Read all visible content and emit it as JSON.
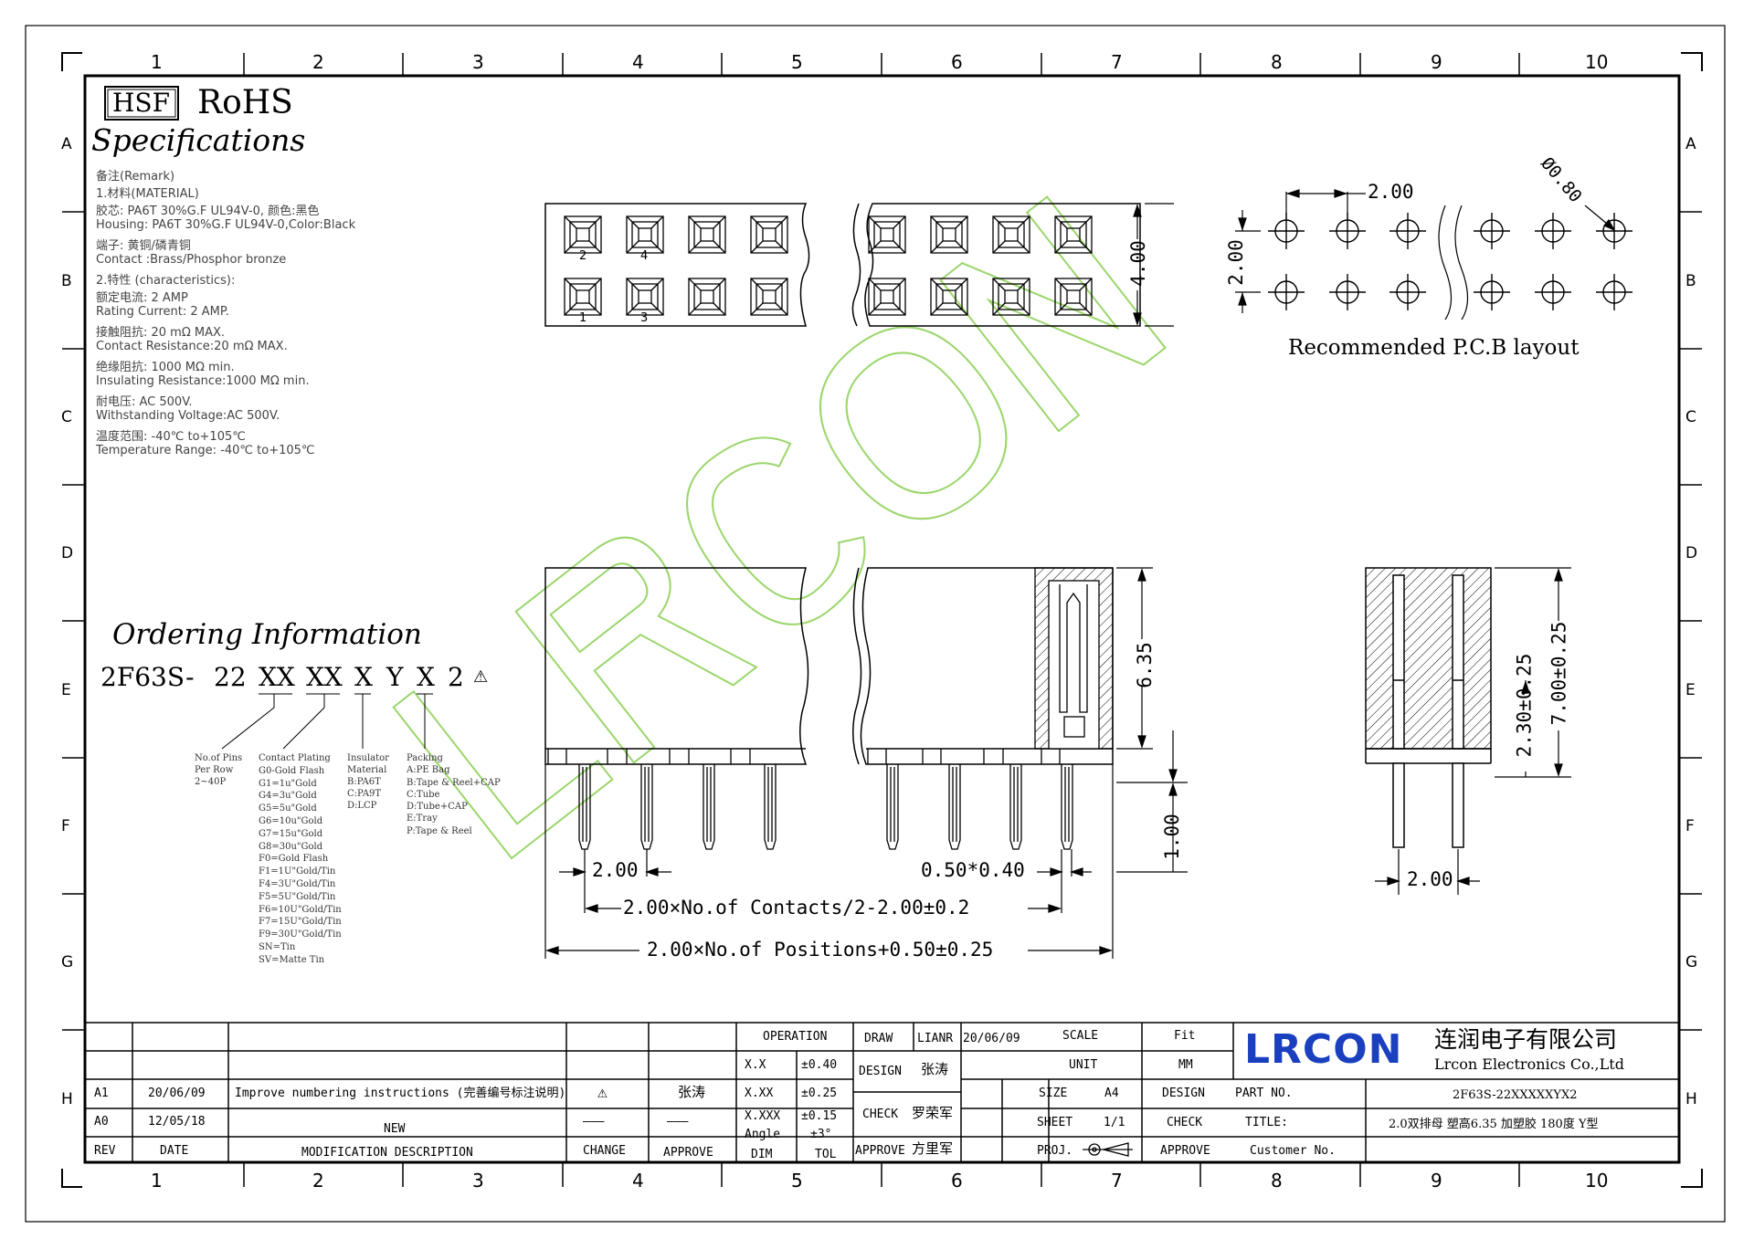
{
  "grid": {
    "columns": [
      "1",
      "2",
      "3",
      "4",
      "5",
      "6",
      "7",
      "8",
      "9",
      "10"
    ],
    "rows": [
      "A",
      "B",
      "C",
      "D",
      "E",
      "F",
      "G",
      "H"
    ]
  },
  "badges": {
    "hsf": "HSF",
    "rohs": "RoHS"
  },
  "specifications": {
    "title": "Specifications",
    "lines": [
      "备注(Remark)",
      "1.材料(MATERIAL)",
      "胶芯: PA6T 30%G.F UL94V-0, 颜色:黑色",
      "Housing: PA6T 30%G.F UL94V-0,Color:Black",
      "端子: 黄铜/磷青铜",
      "Contact :Brass/Phosphor bronze",
      "2.特性 (characteristics):",
      "额定电流: 2 AMP",
      "Rating Current: 2 AMP.",
      "接触阻抗: 20 mΩ MAX.",
      "Contact Resistance:20 mΩ MAX.",
      "绝缘阻抗: 1000 MΩ min.",
      "Insulating Resistance:1000 MΩ  min.",
      "耐电压: AC 500V.",
      "Withstanding Voltage:AC 500V.",
      "温度范围: -40℃ to+105℃",
      "Temperature Range: -40℃ to+105℃"
    ]
  },
  "ordering": {
    "title": "Ordering Information",
    "code_parts": [
      "2F63S-",
      "22",
      "XX",
      "XX",
      "X",
      "Y",
      "X",
      "2",
      "⚠"
    ],
    "pins": [
      "No.of Pins",
      "Per Row",
      "2~40P"
    ],
    "plating": [
      "Contact Plating",
      "G0-Gold Flash",
      "G1=1u\"Gold",
      "G4=3u\"Gold",
      "G5=5u\"Gold",
      "G6=10u\"Gold",
      "G7=15u\"Gold",
      "G8=30u\"Gold",
      "F0=Gold Flash",
      "F1=1U\"Gold/Tin",
      "F4=3U\"Gold/Tin",
      "F5=5U\"Gold/Tin",
      "F6=10U\"Gold/Tin",
      "F7=15U\"Gold/Tin",
      "F9=30U\"Gold/Tin",
      "SN=Tin",
      "SV=Matte Tin"
    ],
    "insulator": [
      "Insulator",
      "Material",
      "B:PA6T",
      "C:PA9T",
      "D:LCP"
    ],
    "packing": [
      "Packing",
      "A:PE Bag",
      "B:Tape & Reel+CAP",
      "C:Tube",
      "D:Tube+CAP",
      "E:Tray",
      "P:Tape & Reel"
    ]
  },
  "top_view": {
    "pins": [
      "2",
      "4",
      "1",
      "3"
    ],
    "height_dim": "4.00"
  },
  "pcb": {
    "pitch": "2.00",
    "row_pitch": "2.00",
    "hole": "Ø0.80",
    "caption": "Recommended P.C.B layout"
  },
  "front_view": {
    "height": "6.35",
    "tail": "1.00",
    "pitch": "2.00",
    "pin_size": "0.50*0.40",
    "contacts_dim": "2.00×No.of Contacts/2-2.00±0.2",
    "positions_dim": "2.00×No.of Positions+0.50±0.25"
  },
  "side_view": {
    "total": "7.00±0.25",
    "inner": "2.30±0.25",
    "pitch": "2.00"
  },
  "watermark": "LRCON",
  "title_block": {
    "revisions": [
      {
        "rev": "A1",
        "date": "20/06/09",
        "desc": "Improve numbering instructions (完善编号标注说明)",
        "change": "⚠",
        "approve": "张涛"
      },
      {
        "rev": "A0",
        "date": "12/05/18",
        "desc": "NEW",
        "change": "———",
        "approve": "———"
      }
    ],
    "headers": {
      "rev": "REV",
      "date": "DATE",
      "desc": "MODIFICATION DESCRIPTION",
      "change": "CHANGE",
      "approve": "APPROVE"
    },
    "tolerance": {
      "title": "OPERATION",
      "rows": [
        [
          "X.X",
          "±0.40"
        ],
        [
          "X.XX",
          "±0.25"
        ],
        [
          "X.XXX",
          "±0.15"
        ],
        [
          "Angle",
          "±3°"
        ]
      ],
      "dim": "DIM",
      "tol": "TOL"
    },
    "signoff": {
      "draw_label": "DRAW",
      "draw_name": "LIANR",
      "draw_date": "20/06/09",
      "design_label": "DESIGN",
      "design_name": "张涛",
      "check_label": "CHECK",
      "check_name": "罗荣军",
      "approve_label": "APPROVE",
      "approve_name": "方里军"
    },
    "sheet_info": {
      "scale_label": "SCALE",
      "scale": "Fit",
      "unit_label": "UNIT",
      "unit": "MM",
      "size_label": "SIZE",
      "size": "A4",
      "sheet_label": "SHEET",
      "sheet": "1/1",
      "proj_label": "PROJ.",
      "design_label": "DESIGN",
      "check_label": "CHECK",
      "approve_label": "APPROVE"
    },
    "company": {
      "logo": "LRCON",
      "name_cn": "连润电子有限公司",
      "name_en": "Lrcon Electronics Co.,Ltd"
    },
    "part_no_label": "PART NO.",
    "part_no": "2F63S-22XXXXXYX2",
    "title_label": "TITLE:",
    "title": "2.0双排母 塑高6.35 加塑胶 180度 Y型",
    "customer_label": "Customer No."
  },
  "colors": {
    "watermark": "#9bd66b",
    "logo": "#1a3fbf",
    "line": "#000000"
  }
}
